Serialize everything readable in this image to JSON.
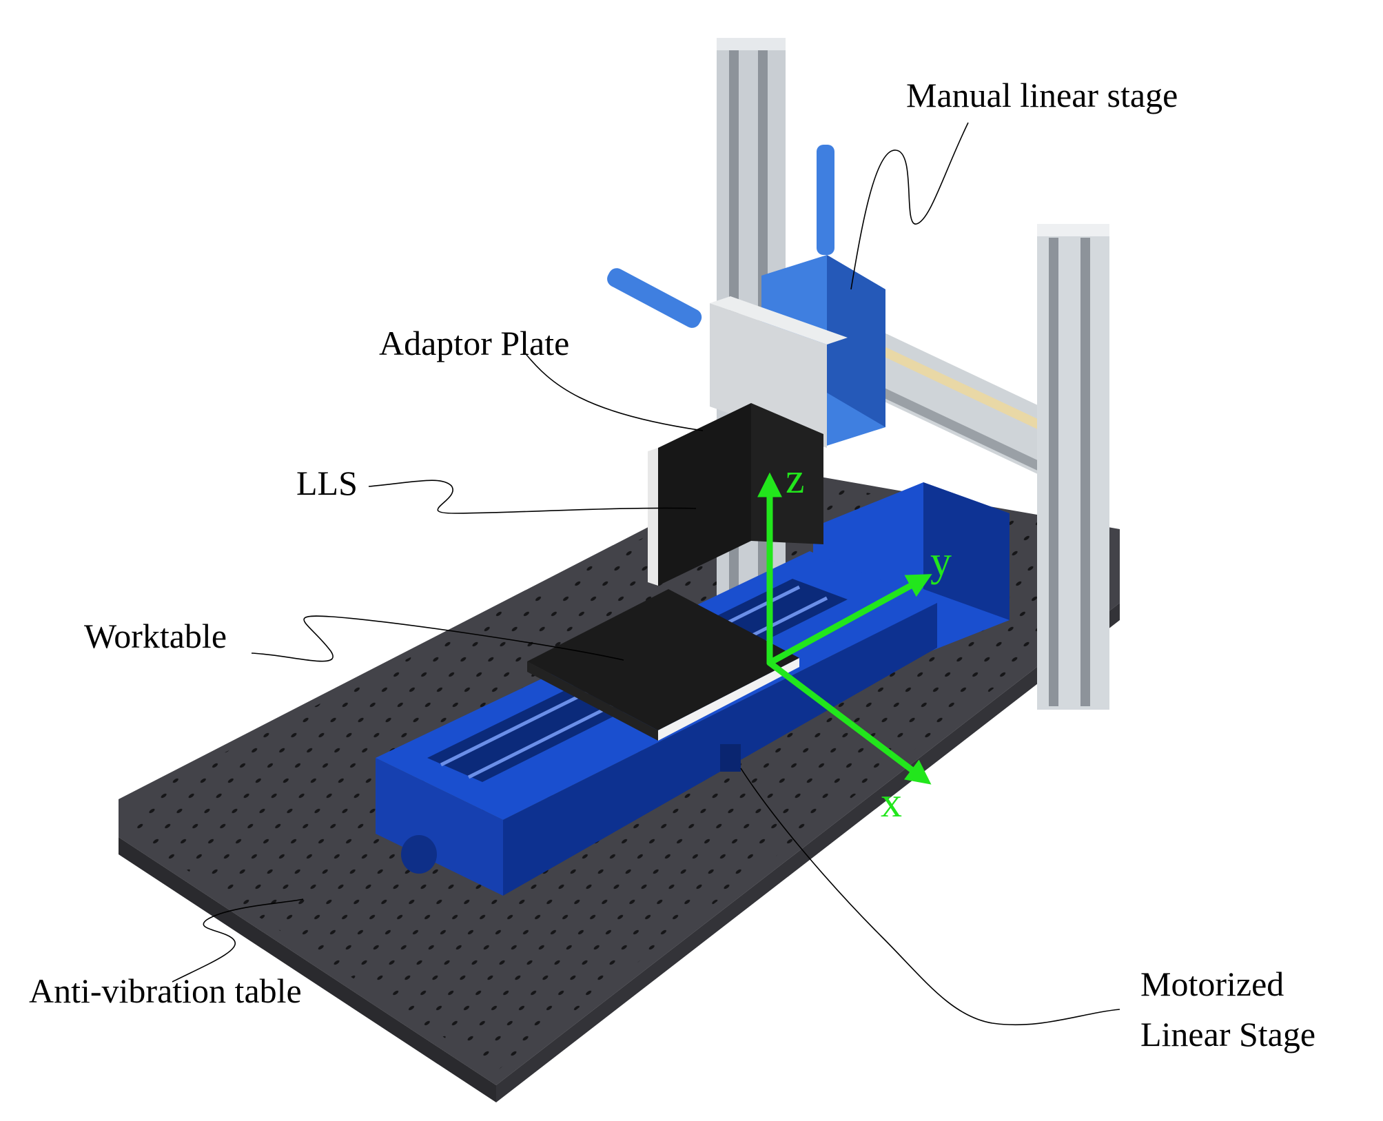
{
  "labels": {
    "manual_stage": "Manual linear stage",
    "adaptor_plate": "Adaptor Plate",
    "lls": "LLS",
    "worktable": "Worktable",
    "anti_vibration": "Anti-vibration table",
    "motorized_line1": "Motorized",
    "motorized_line2": "Linear Stage"
  },
  "axes": {
    "z": "z",
    "y": "y",
    "x": "x",
    "color": "#22e61c"
  },
  "colors": {
    "table": "#3a3a3e",
    "table_top": "#4a4a50",
    "stage_blue": "#1546c4",
    "stage_blue_dark": "#0c2f8a",
    "stage_blue_light": "#3a6ee6",
    "manual_blue": "#3f7fe0",
    "aluminum": "#d8dce0",
    "aluminum_dark": "#9aa0a6",
    "sensor_black": "#161616",
    "worktable_black": "#1a1a1a"
  }
}
